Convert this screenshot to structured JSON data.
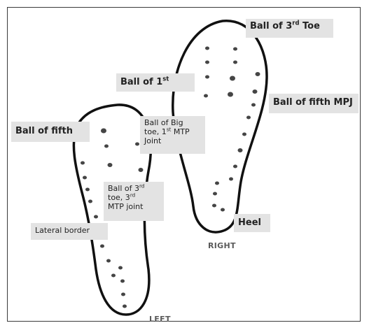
{
  "labels": {
    "ball_of_3rd_toe_right": {
      "pre": "Ball of 3",
      "sup": "rd",
      "post": " Toe"
    },
    "ball_of_1st_right": {
      "pre": "Ball of 1",
      "sup": "st",
      "post": ""
    },
    "ball_of_fifth_mpj_right": {
      "text": "Ball of fifth MPJ"
    },
    "heel_right": {
      "text": "Heel"
    },
    "ball_of_fifth_left": {
      "text": "Ball of fifth"
    },
    "ball_of_big_toe_left": {
      "line1": "Ball of Big",
      "line2_pre": "toe, 1",
      "line2_sup": "st",
      "line2_post": " MTP",
      "line3": "Joint"
    },
    "ball_of_3rd_toe_left": {
      "line1_pre": "Ball of 3",
      "line1_sup": "rd",
      "line2_pre": "toe, 3",
      "line2_sup": "rd",
      "line3": "MTP joint"
    },
    "lateral_border_left": {
      "text": "Lateral border"
    }
  },
  "foot_names": {
    "right": "RIGHT",
    "left": "LEFT"
  },
  "colors": {
    "outline": "#111111",
    "dot": "#454545",
    "label_bg": "#e3e3e3",
    "foot_name": "#5a5a5a"
  }
}
